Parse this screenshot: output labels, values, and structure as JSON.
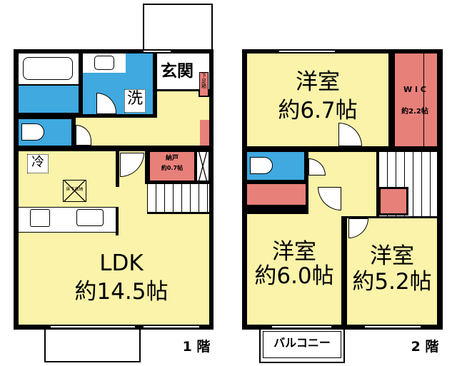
{
  "floor1": {
    "label": "1 階",
    "rooms": {
      "entrance": "玄関",
      "shoe_box": "下足箱",
      "washroom": "洗",
      "fridge": "冷",
      "floor_storage": "床下収納",
      "storage": "納戸",
      "storage_size": "約0.7帖",
      "ldk_name": "LDK",
      "ldk_size": "約14.5帖"
    }
  },
  "floor2": {
    "label": "2 階",
    "rooms": {
      "room_a_name": "洋室",
      "room_a_size": "約6.7帖",
      "wic_name": "W I C",
      "wic_size": "約2.2帖",
      "room_b_name": "洋室",
      "room_b_size": "約6.0帖",
      "room_c_name": "洋室",
      "room_c_size": "約5.2帖",
      "balcony": "バルコニー"
    }
  },
  "colors": {
    "yellow": "#faf3a9",
    "blue": "#3fa9e0",
    "pink": "#e8807a"
  }
}
